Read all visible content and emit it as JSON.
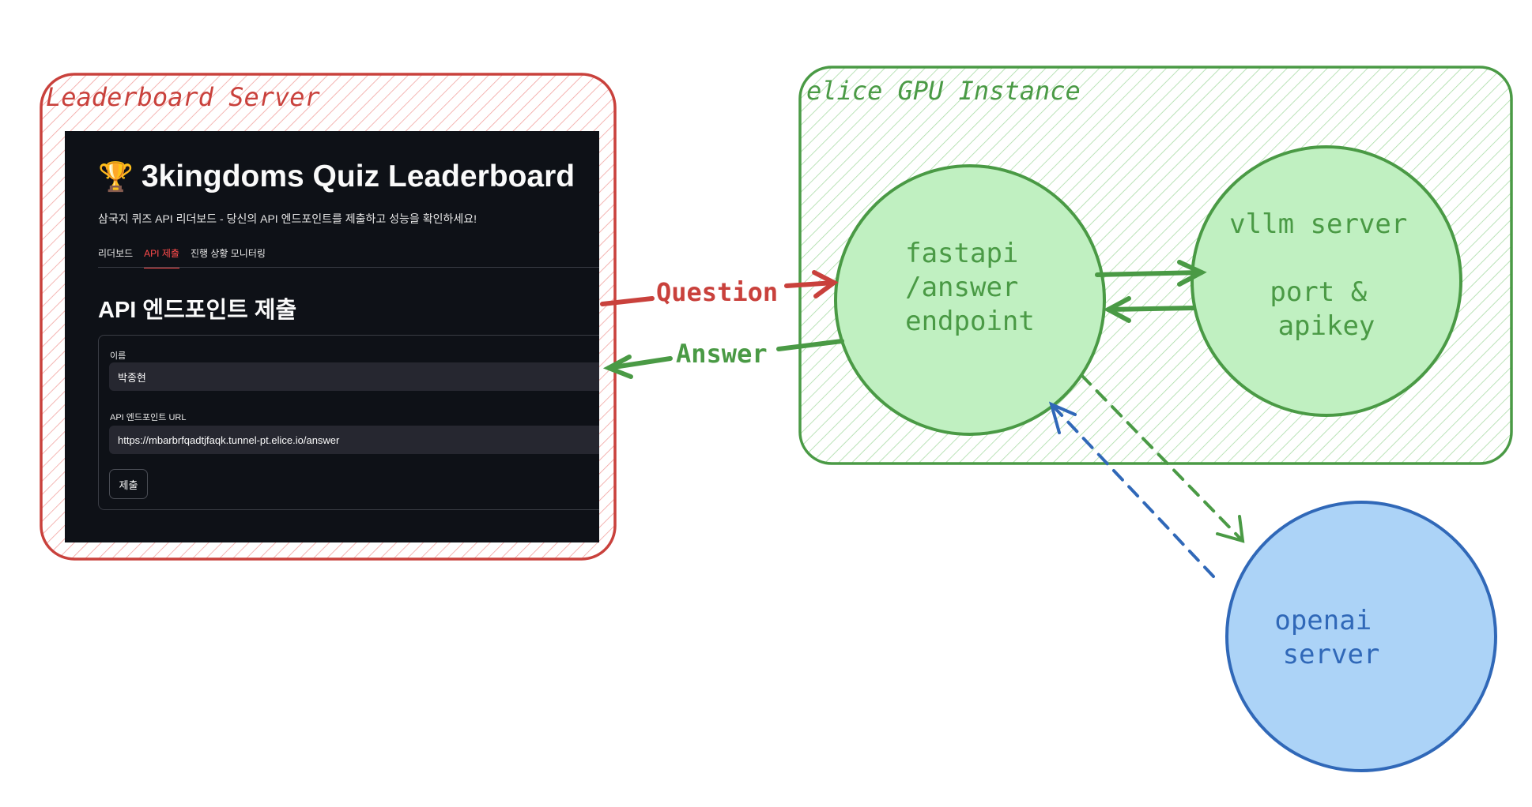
{
  "diagram": {
    "groups": {
      "leaderboard": {
        "label": "Leaderboard Server",
        "color": "#c9413c"
      },
      "gpu": {
        "label": "elice GPU Instance",
        "color": "#4a9a45"
      }
    },
    "nodes": {
      "fastapi": {
        "lines": [
          "fastapi",
          "/answer",
          "endpoint"
        ],
        "fill": "#c0f0c1",
        "stroke": "#4a9a45"
      },
      "vllm": {
        "lines": [
          "vllm server",
          "",
          "port &",
          "apikey"
        ],
        "fill": "#c0f0c1",
        "stroke": "#4a9a45"
      },
      "openai": {
        "lines": [
          "openai",
          "server"
        ],
        "fill": "#acd3f7",
        "stroke": "#3068b8"
      }
    },
    "edges": {
      "question": {
        "label": "Question",
        "color": "#c9413c"
      },
      "answer": {
        "label": "Answer",
        "color": "#4a9a45"
      }
    }
  },
  "leaderboard_ui": {
    "icon": "trophy-icon",
    "title": "3kingdoms Quiz Leaderboard",
    "subtitle": "삼국지 퀴즈 API 리더보드 - 당신의 API 엔드포인트를 제출하고 성능을 확인하세요!",
    "tabs": [
      {
        "label": "리더보드",
        "active": false
      },
      {
        "label": "API 제출",
        "active": true
      },
      {
        "label": "진행 상황 모니터링",
        "active": false
      }
    ],
    "heading": "API 엔드포인트 제출",
    "form": {
      "name_label": "이름",
      "name_value": "박종현",
      "url_label": "API 엔드포인트 URL",
      "url_value": "https://mbarbrfqadtjfaqk.tunnel-pt.elice.io/answer",
      "submit_label": "제출"
    },
    "colors": {
      "background": "#0e1117",
      "accent": "#ff4b4b",
      "input": "#262730"
    }
  }
}
